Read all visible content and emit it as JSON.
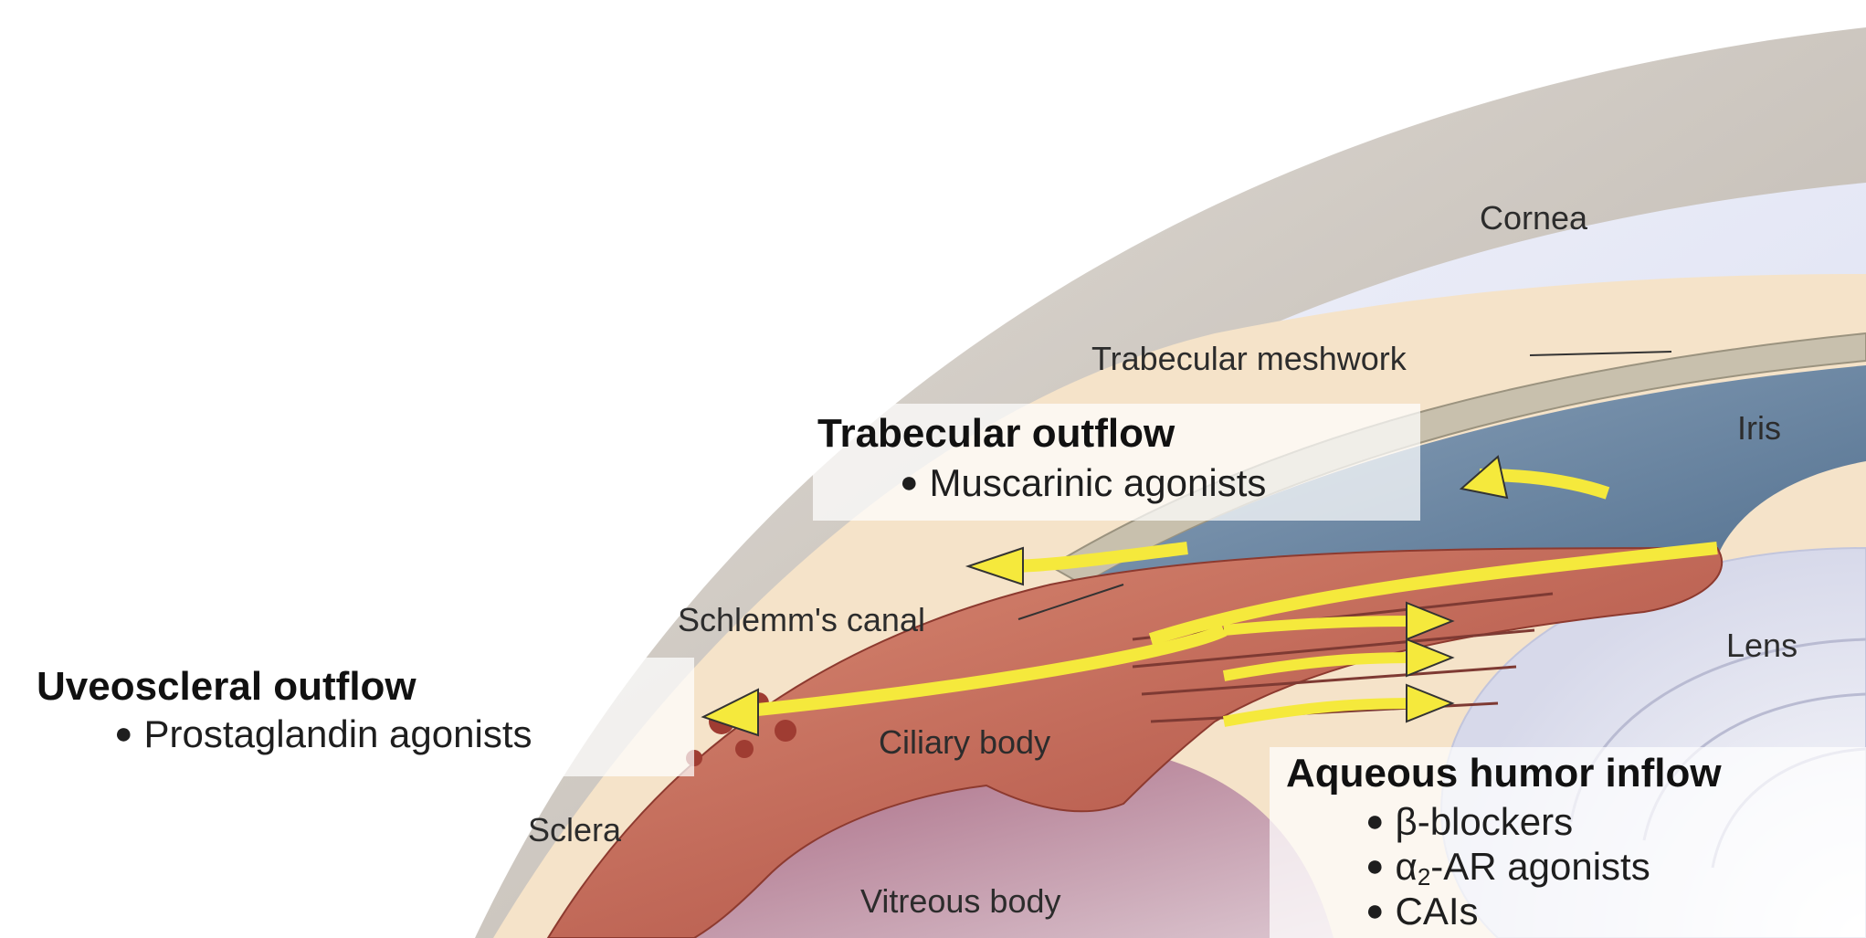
{
  "labels": {
    "cornea": "Cornea",
    "trabecular_meshwork": "Trabecular meshwork",
    "iris": "Iris",
    "schlemms_canal": "Schlemm's canal",
    "lens": "Lens",
    "ciliary_body": "Ciliary body",
    "sclera": "Sclera",
    "vitreous_body": "Vitreous body"
  },
  "pathways": {
    "trabecular": {
      "title": "Trabecular outflow",
      "drugs": [
        "Muscarinic agonists"
      ]
    },
    "uveoscleral": {
      "title": "Uveoscleral outflow",
      "drugs": [
        "Prostaglandin agonists"
      ]
    },
    "aqueous": {
      "title": "Aqueous humor inflow",
      "drug_1": "β-blockers",
      "drug_2_symbol": "α",
      "drug_2_sub": "2",
      "drug_2_rest": "-AR agonists",
      "drug_3": "CAIs"
    }
  },
  "icons": {
    "bullet": "●"
  },
  "colors": {
    "arrow_yellow": "#f5e93c",
    "cornea": "#c9c2bb",
    "sclera": "#f4e2c7",
    "ciliary_body": "#c9705f",
    "iris": "#6d89a6",
    "lens": "#e3e4ef",
    "vitreous": "#7f3f5c"
  }
}
